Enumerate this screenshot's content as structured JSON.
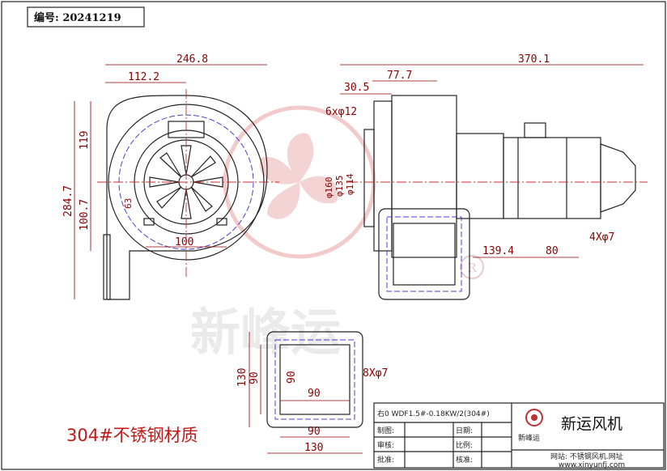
{
  "header": {
    "serial": "编号: 20241219"
  },
  "left_view": {
    "dims": {
      "width_total": "246.8",
      "width_partial": "112.2",
      "height_total": "284.7",
      "height_upper": "119",
      "height_lower": "100.7",
      "outlet": "100",
      "small": "63"
    }
  },
  "right_view": {
    "dims": {
      "length_total": "370.1",
      "d1": "30.5",
      "d2": "77.7",
      "holes": "6xφ12",
      "dia1": "φ160",
      "dia2": "φ135",
      "dia3": "φ114",
      "base1": "139.4",
      "base2": "80",
      "foot_holes": "4Xφ7"
    }
  },
  "flange_view": {
    "dims": {
      "outer_h": "130",
      "inner_h": "90",
      "inner_h2": "90",
      "inner_w": "90",
      "bottom_inner": "90",
      "bottom_outer": "130",
      "holes": "8Xφ7"
    }
  },
  "material_note": "304#不锈钢材质",
  "watermark": {
    "text": "新峰运",
    "registered": "R"
  },
  "title_block": {
    "model": "右0 WDF1.5#-0.18KW/2(304#)",
    "rows": [
      "制图:",
      "审核:",
      "批准:"
    ],
    "cells": [
      "日期:",
      "比例:",
      "核准:"
    ],
    "company": "新运风机",
    "logo_text": "新峰运",
    "website_label": "网站: 不锈钢风机.网址",
    "url": "www.xinyunfj.com"
  },
  "colors": {
    "dimension": "#8b0000",
    "outline": "#222222",
    "centerline": "#c03030",
    "hidden": "#4b3fd0",
    "watermark": "#e8a0a0"
  }
}
